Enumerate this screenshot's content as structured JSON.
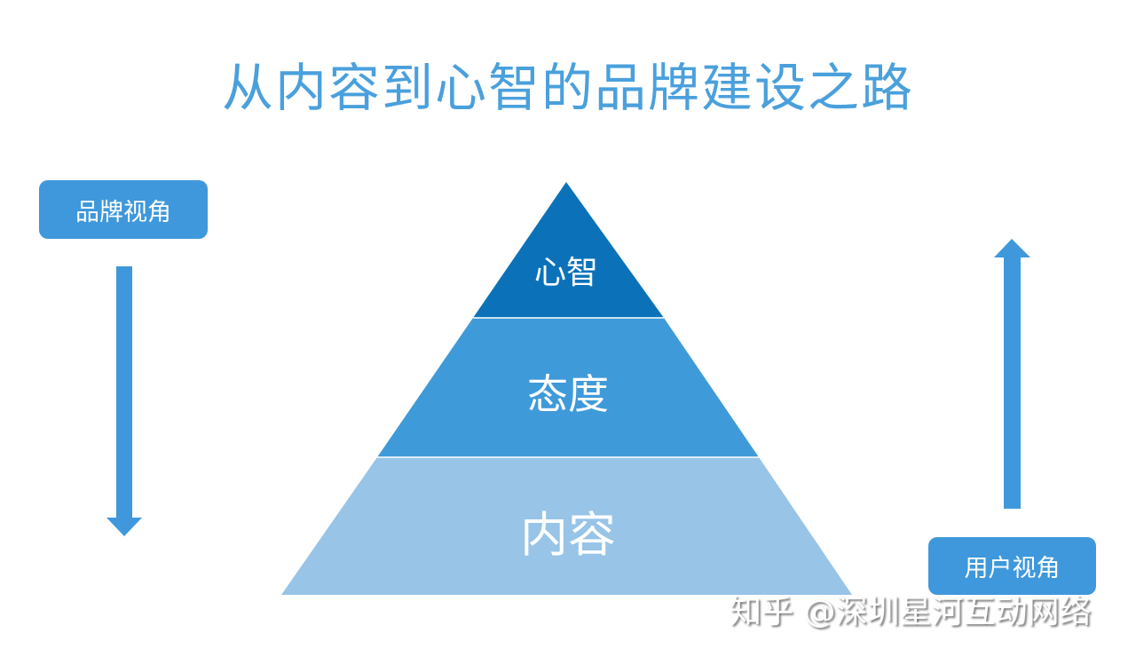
{
  "title": "从内容到心智的品牌建设之路",
  "brand_view": "品牌视角",
  "user_view": "用户视角",
  "pyramid": {
    "tiers": [
      {
        "label": "心智",
        "color": "#0b72ba"
      },
      {
        "label": "态度",
        "color": "#3f9ad9"
      },
      {
        "label": "内容",
        "color": "#97c4e7"
      }
    ]
  },
  "arrow_color": "#3f98db",
  "watermark": "知乎 @深圳星河互动网络"
}
